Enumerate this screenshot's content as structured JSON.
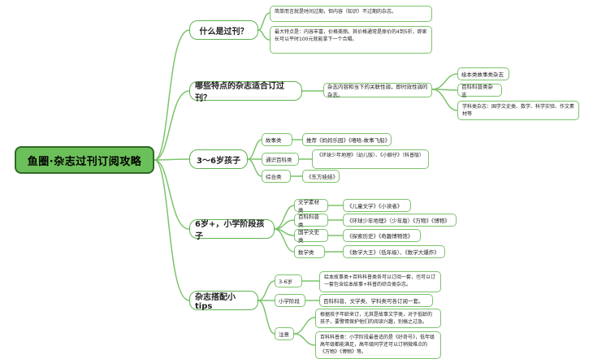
{
  "root": "鱼圈·杂志过刊订阅攻略",
  "branches": {
    "what": {
      "title": "什么是过刊？",
      "items": [
        "简单而言就是时间过期，但内容（知识）不过期的杂志。",
        "最大特点是：内容丰富，价格美丽。其价格通常是原价的4到5折，即家长可以平时100元就能拿下一个合辑。"
      ]
    },
    "which": {
      "title": "哪些特点的杂志适合订过刊？",
      "criterion": "杂志内容和当下的关联性弱，即时效性弱的杂志。",
      "examples": [
        "绘本类故事类杂志",
        "百科科普类杂志",
        "学科类杂志：国学文史类、数学、科学实验、作文素材等"
      ]
    },
    "age36": {
      "title": "3～6岁孩子",
      "rows": [
        {
          "label": "故事类",
          "value": "推荐《妈妈乐园》《嘻哈-故事飞船》"
        },
        {
          "label": "通识百科类",
          "value": "《环球少年地理》（幼儿版）、《小聊仔》（科普版）"
        },
        {
          "label": "综合类",
          "value": "《东方娃娃》"
        }
      ]
    },
    "age6": {
      "title": "6岁+，小学阶段孩子",
      "rows": [
        {
          "label": "文学素材类",
          "value": "《儿童文学》《小读者》"
        },
        {
          "label": "百科科普类",
          "value": "《环球少年地理》（少年版）《万物》《博物》"
        },
        {
          "label": "国学文史类",
          "value": "《探索历史》《奇趣博物馆》"
        },
        {
          "label": "数学类",
          "value": "《数学大王》（低年级）、《数学大爆炸》"
        }
      ]
    },
    "tips": {
      "title": "杂志搭配小tips",
      "rows": [
        {
          "label": "3-6岁",
          "value": "绘本故事类+百科科普类各可以订阅一套，也可以订一套包含绘本故事+科普的综合类杂志。"
        },
        {
          "label": "小学阶段",
          "value": "百科科普、文学类、学科类可各订阅一套。"
        },
        {
          "label": "注意",
          "values": [
            "根据孩子年龄来订，尤其是故事文学类，对于低龄的孩子，要警惕保护他们的阅读兴趣，别搞之过急。",
            "百科科普类：小学阶段最普适的是《好奇号》，低年级高年级都能满足，高年级同学还可以订稍微难点的《万物》《博物》等。"
          ]
        }
      ]
    }
  }
}
